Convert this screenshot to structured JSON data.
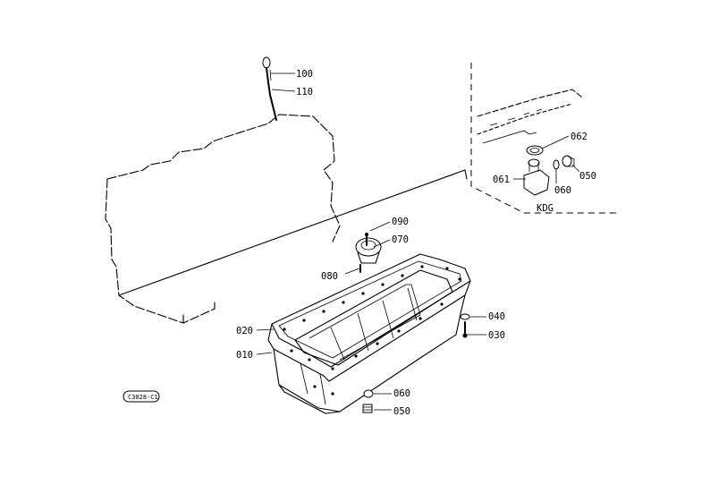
{
  "parts": {
    "p010": "010",
    "p020": "020",
    "p030": "030",
    "p040": "040",
    "p050a": "050",
    "p050b": "050",
    "p060a": "060",
    "p060b": "060",
    "p061": "061",
    "p062": "062",
    "p070": "070",
    "p080": "080",
    "p090": "090",
    "p100": "100",
    "p110": "110"
  },
  "variant_label": "KDG",
  "reference_code": "C3028-C1"
}
